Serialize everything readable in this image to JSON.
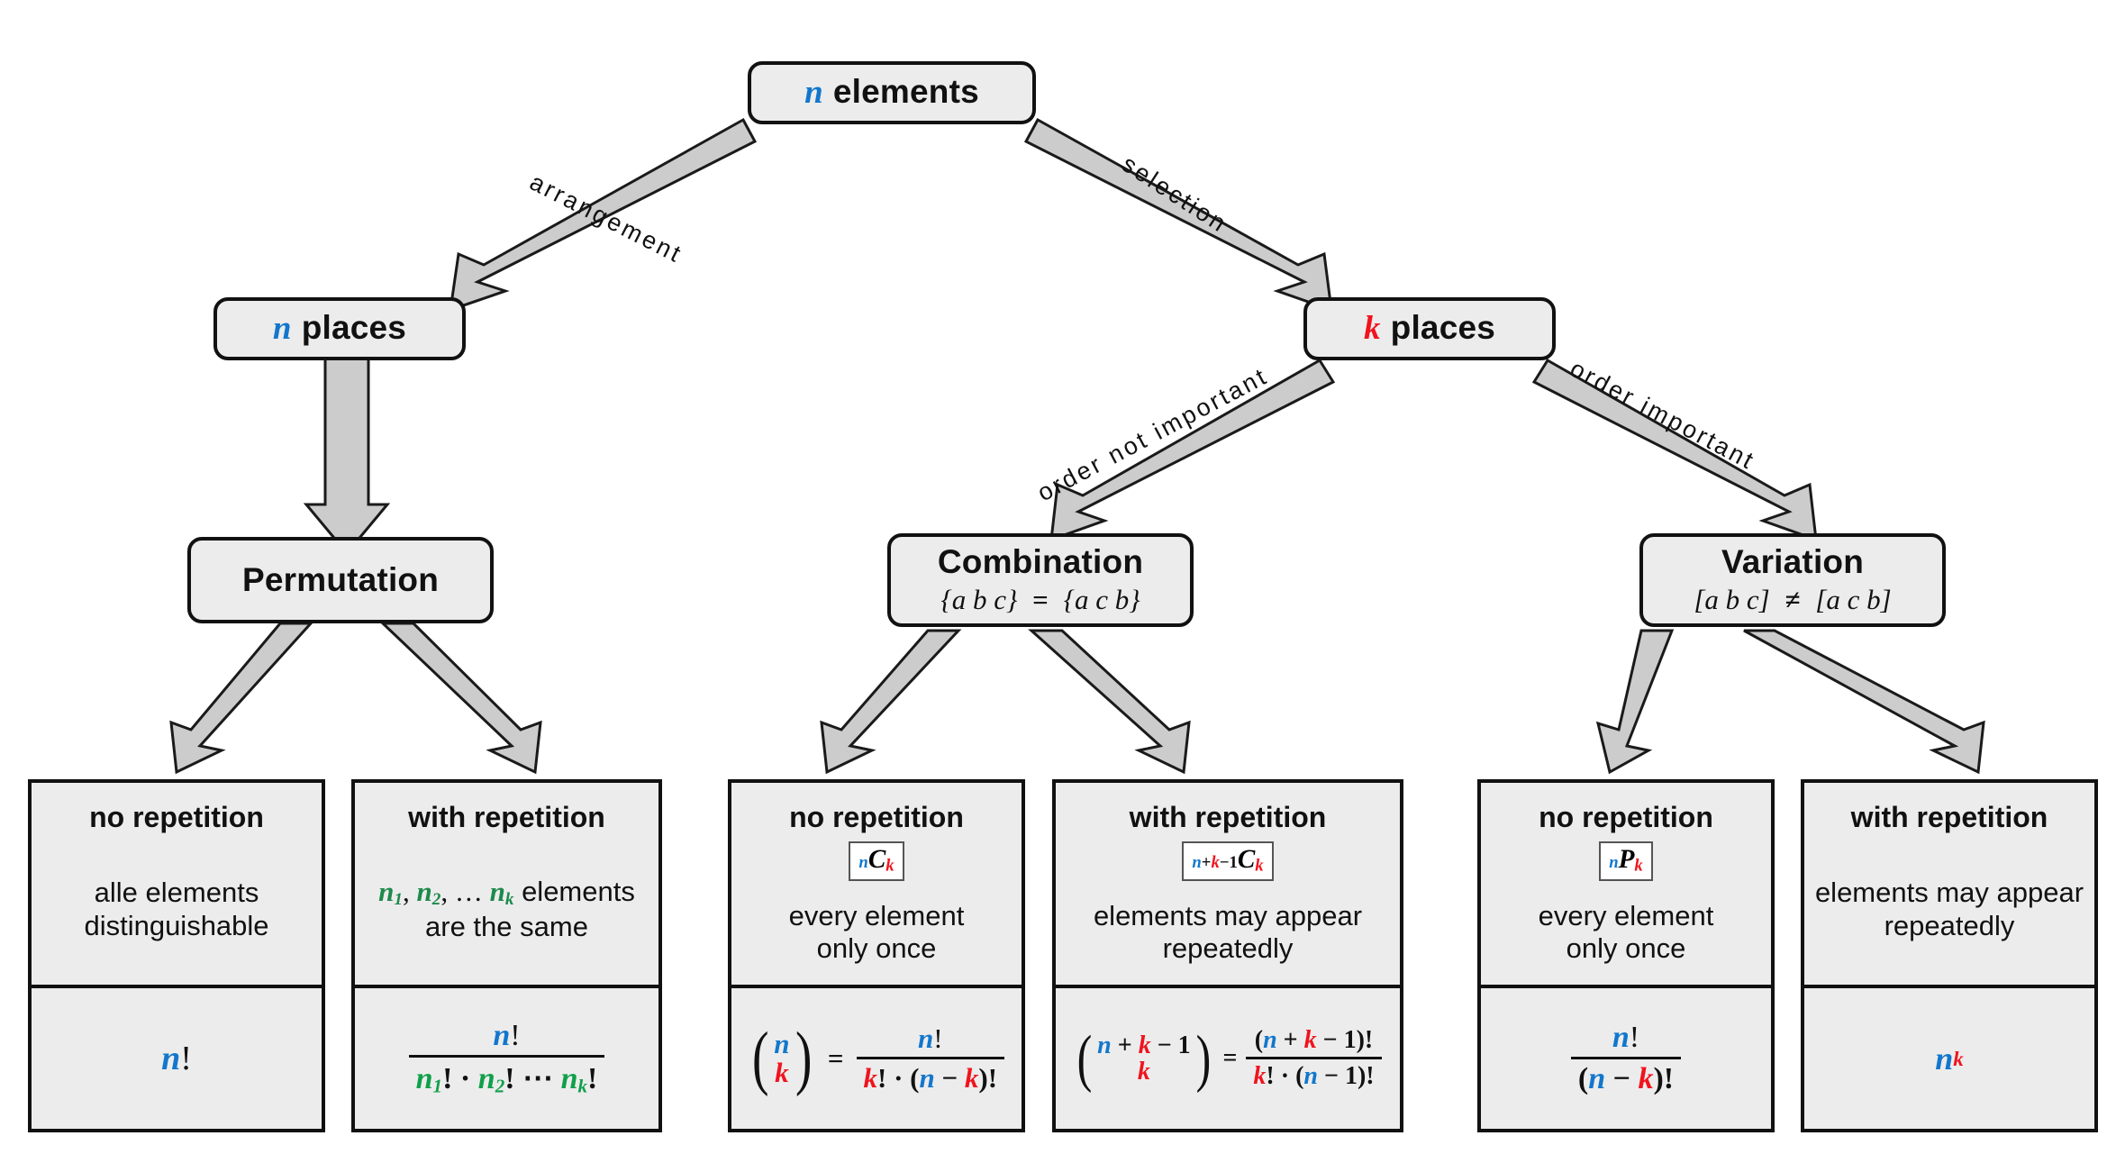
{
  "diagram": {
    "title": "Combinatorics decision tree",
    "colors": {
      "n": "#1277cc",
      "k": "#f0141e",
      "green": "#0fa04a",
      "node_fill": "#ececec",
      "stroke": "#111111",
      "arrow_fill": "#cccccc"
    }
  },
  "root": {
    "label_var": "n",
    "label_text": "elements"
  },
  "level2": [
    {
      "id": "n-places",
      "label_var": "n",
      "label_text": "places",
      "var_color": "n"
    },
    {
      "id": "k-places",
      "label_var": "k",
      "label_text": "places",
      "var_color": "k"
    }
  ],
  "edges": [
    {
      "id": "arrangement",
      "label": "arrangement"
    },
    {
      "id": "selection",
      "label": "selection"
    },
    {
      "id": "order-not-important",
      "label": "order not important"
    },
    {
      "id": "order-important",
      "label": "order important"
    }
  ],
  "categories": [
    {
      "id": "permutation",
      "title": "Permutation",
      "subtitle": ""
    },
    {
      "id": "combination",
      "title": "Combination",
      "sub_left": "{a b c}",
      "sub_op": "=",
      "sub_right": "{a c b}"
    },
    {
      "id": "variation",
      "title": "Variation",
      "sub_left": "[a b c]",
      "sub_op": "≠",
      "sub_right": "[a c b]"
    }
  ],
  "leaves": [
    {
      "id": "perm-no-rep",
      "head": "no repetition",
      "tag": "",
      "desc_line1": "alle elements",
      "desc_line2": "distinguishable",
      "formula": "n!"
    },
    {
      "id": "perm-with-rep",
      "head": "with repetition",
      "tag": "",
      "desc_line1": "n₁, n₂, … nₖ elements",
      "desc_line2": "are the same",
      "formula": "n! / (n₁! · n₂! ⋯ nₖ!)"
    },
    {
      "id": "comb-no-rep",
      "head": "no repetition",
      "tag": "nCk",
      "desc_line1": "every element",
      "desc_line2": "only once",
      "formula": "(n over k) = n! / (k! · (n − k)!)"
    },
    {
      "id": "comb-with-rep",
      "head": "with repetition",
      "tag": "n+k−1Ck",
      "desc_line1": "elements may appear",
      "desc_line2": "repeatedly",
      "formula": "(n + k − 1 over k) = (n + k − 1)! / (k! · (n − 1)!)"
    },
    {
      "id": "var-no-rep",
      "head": "no repetition",
      "tag": "nPk",
      "desc_line1": "every element",
      "desc_line2": "only once",
      "formula": "n! / (n − k)!"
    },
    {
      "id": "var-with-rep",
      "head": "with repetition",
      "tag": "",
      "desc_line1": "elements may appear",
      "desc_line2": "repeatedly",
      "formula": "n^k"
    }
  ]
}
